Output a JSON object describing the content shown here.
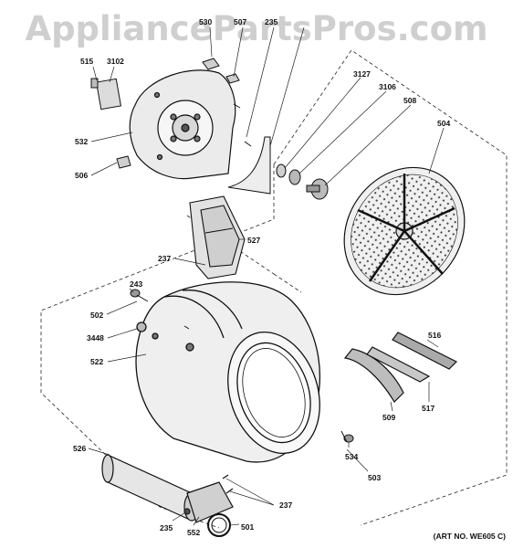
{
  "watermark": "AppliancePartsPros.com",
  "art_number": "(ART NO. WE605 C)",
  "callouts": {
    "c530": "530",
    "c507": "507",
    "c235a": "235",
    "c515": "515",
    "c3102": "3102",
    "c3127": "3127",
    "c3106": "3106",
    "c508": "508",
    "c504": "504",
    "c532": "532",
    "c506": "506",
    "c527": "527",
    "c237a": "237",
    "c243": "243",
    "c502": "502",
    "c3448": "3448",
    "c522": "522",
    "c516": "516",
    "c517": "517",
    "c509": "509",
    "c534": "534",
    "c503": "503",
    "c526": "526",
    "c237b": "237",
    "c235b": "235",
    "c552": "552",
    "c501": "501"
  }
}
